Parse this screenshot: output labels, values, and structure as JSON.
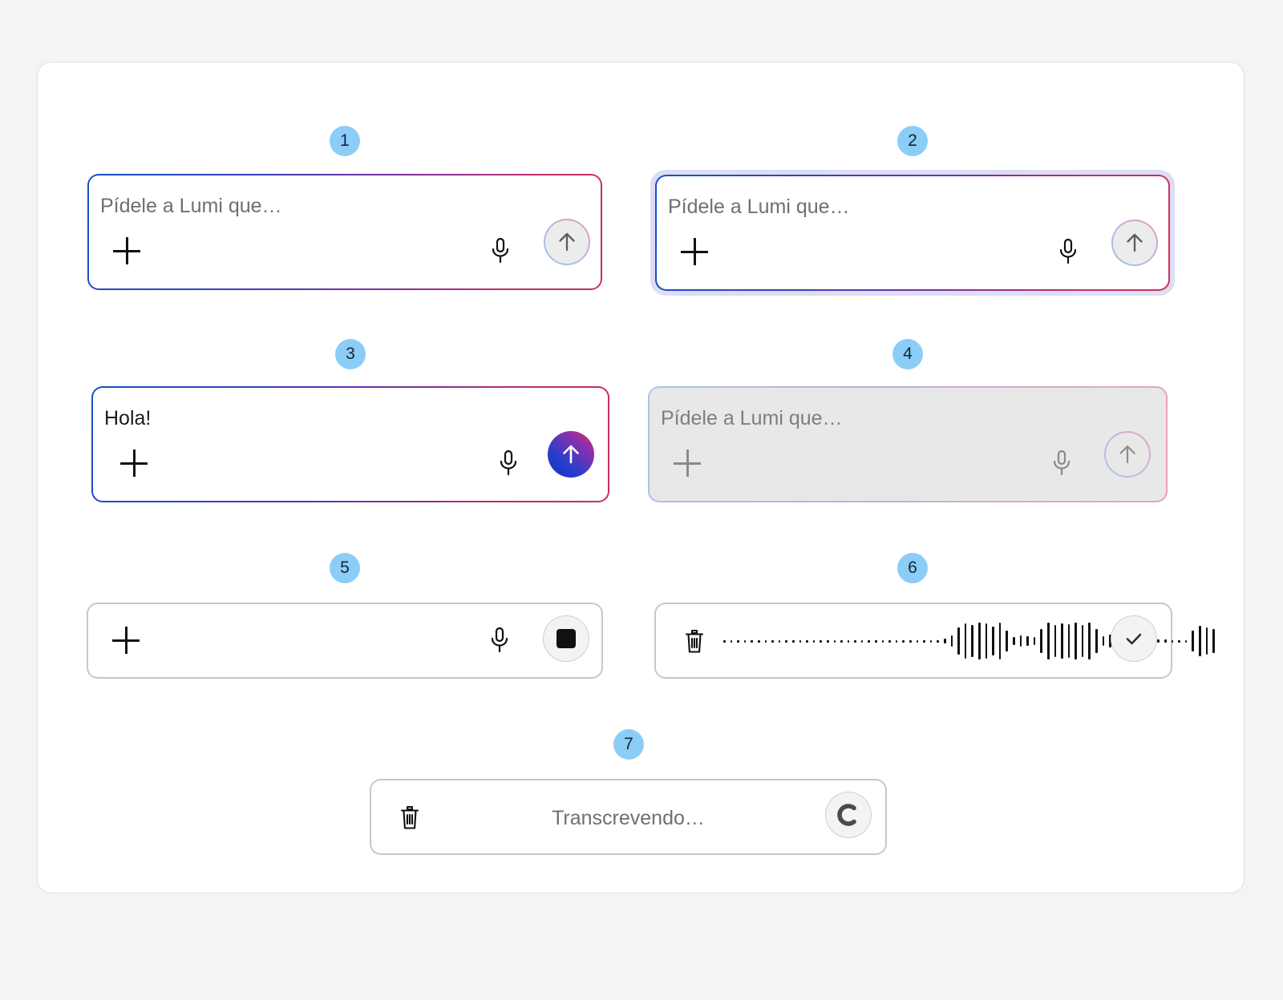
{
  "page": {
    "background": "#f4f4f4",
    "card_background": "#ffffff"
  },
  "colors": {
    "badge_fill": "#8ccdf7",
    "badge_text": "#12243a",
    "gradient_start": "#1550c8",
    "gradient_end": "#cc2f5d",
    "placeholder_text": "#6f6f6f",
    "value_text": "#1a1a1a",
    "disabled_fill": "#e8e8e8",
    "neutral_border": "#c9c9c9",
    "button_idle_fill": "#ececec"
  },
  "variants": [
    {
      "number": "1",
      "state": "default",
      "placeholder": "Pídele a Lumi que…",
      "value": "",
      "add_icon": "plus-icon",
      "mic_icon": "microphone-icon",
      "action_icon": "arrow-up-icon",
      "action_label": "Enviar"
    },
    {
      "number": "2",
      "state": "focused",
      "placeholder": "Pídele a Lumi que…",
      "value": "",
      "add_icon": "plus-icon",
      "mic_icon": "microphone-icon",
      "action_icon": "arrow-up-icon",
      "action_label": "Enviar"
    },
    {
      "number": "3",
      "state": "filled",
      "placeholder": "",
      "value": "Hola!",
      "add_icon": "plus-icon",
      "mic_icon": "microphone-icon",
      "action_icon": "arrow-up-icon",
      "action_label": "Enviar"
    },
    {
      "number": "4",
      "state": "disabled",
      "placeholder": "Pídele a Lumi que…",
      "value": "",
      "add_icon": "plus-icon",
      "mic_icon": "microphone-icon",
      "action_icon": "arrow-up-icon",
      "action_label": "Enviar"
    },
    {
      "number": "5",
      "state": "recording-armed",
      "placeholder": "",
      "value": "",
      "add_icon": "plus-icon",
      "mic_icon": "microphone-icon",
      "action_icon": "stop-icon",
      "action_label": "Detener"
    },
    {
      "number": "6",
      "state": "recording-review",
      "delete_icon": "trash-icon",
      "waveform_icon": "audio-waveform",
      "action_icon": "check-icon",
      "action_label": "Confirmar"
    },
    {
      "number": "7",
      "state": "transcribing",
      "delete_icon": "trash-icon",
      "status_text": "Transcrevendo…",
      "action_icon": "spinner-icon",
      "action_label": "Procesando"
    }
  ],
  "waveform": {
    "bars": [
      3,
      3,
      3,
      3,
      3,
      3,
      3,
      3,
      3,
      3,
      3,
      3,
      3,
      3,
      3,
      3,
      3,
      3,
      3,
      3,
      3,
      3,
      3,
      3,
      3,
      3,
      3,
      3,
      3,
      3,
      3,
      3,
      6,
      14,
      34,
      44,
      40,
      46,
      44,
      36,
      46,
      26,
      10,
      14,
      12,
      10,
      30,
      46,
      40,
      44,
      42,
      46,
      40,
      46,
      30,
      12,
      16,
      10,
      12,
      8,
      6,
      5,
      5,
      4,
      4,
      3,
      3,
      3,
      26,
      38,
      34,
      30
    ]
  }
}
